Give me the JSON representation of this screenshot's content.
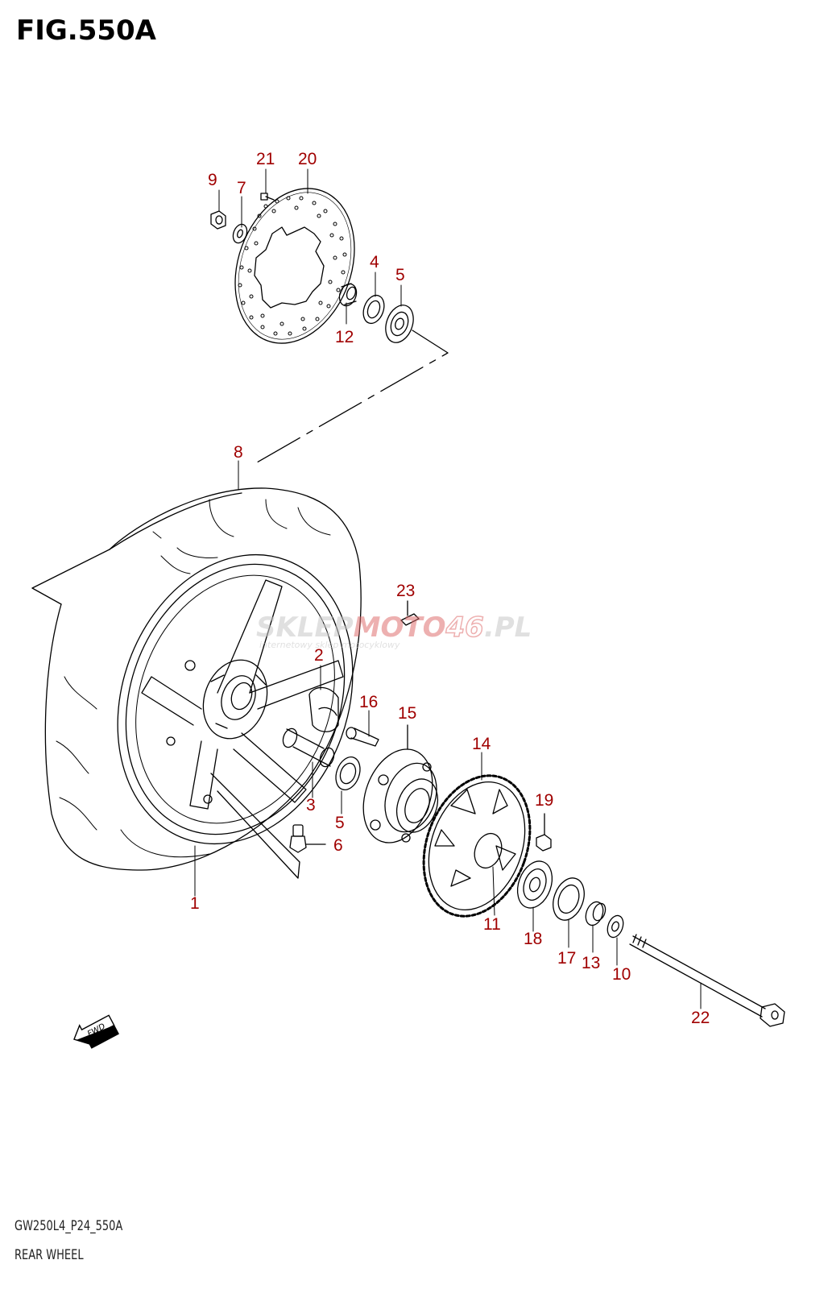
{
  "figure": {
    "title": "FIG.550A",
    "code": "GW250L4_P24_550A",
    "name": "REAR WHEEL"
  },
  "watermark": {
    "brand_part1": "SKLEP",
    "brand_part2": "MOTO",
    "brand_part3": "46",
    "brand_part4": ".PL",
    "tagline": "internetowy sklep motocyklowy"
  },
  "direction_arrow": {
    "label": "FWD",
    "icon": "fwd-arrow-icon"
  },
  "colors": {
    "callout": "#a00000",
    "line": "#000000",
    "watermark_red": "#e07070"
  },
  "callouts": [
    "1",
    "2",
    "3",
    "4",
    "5",
    "5",
    "6",
    "7",
    "8",
    "9",
    "10",
    "11",
    "12",
    "13",
    "14",
    "15",
    "16",
    "17",
    "18",
    "19",
    "20",
    "21",
    "22",
    "23"
  ]
}
